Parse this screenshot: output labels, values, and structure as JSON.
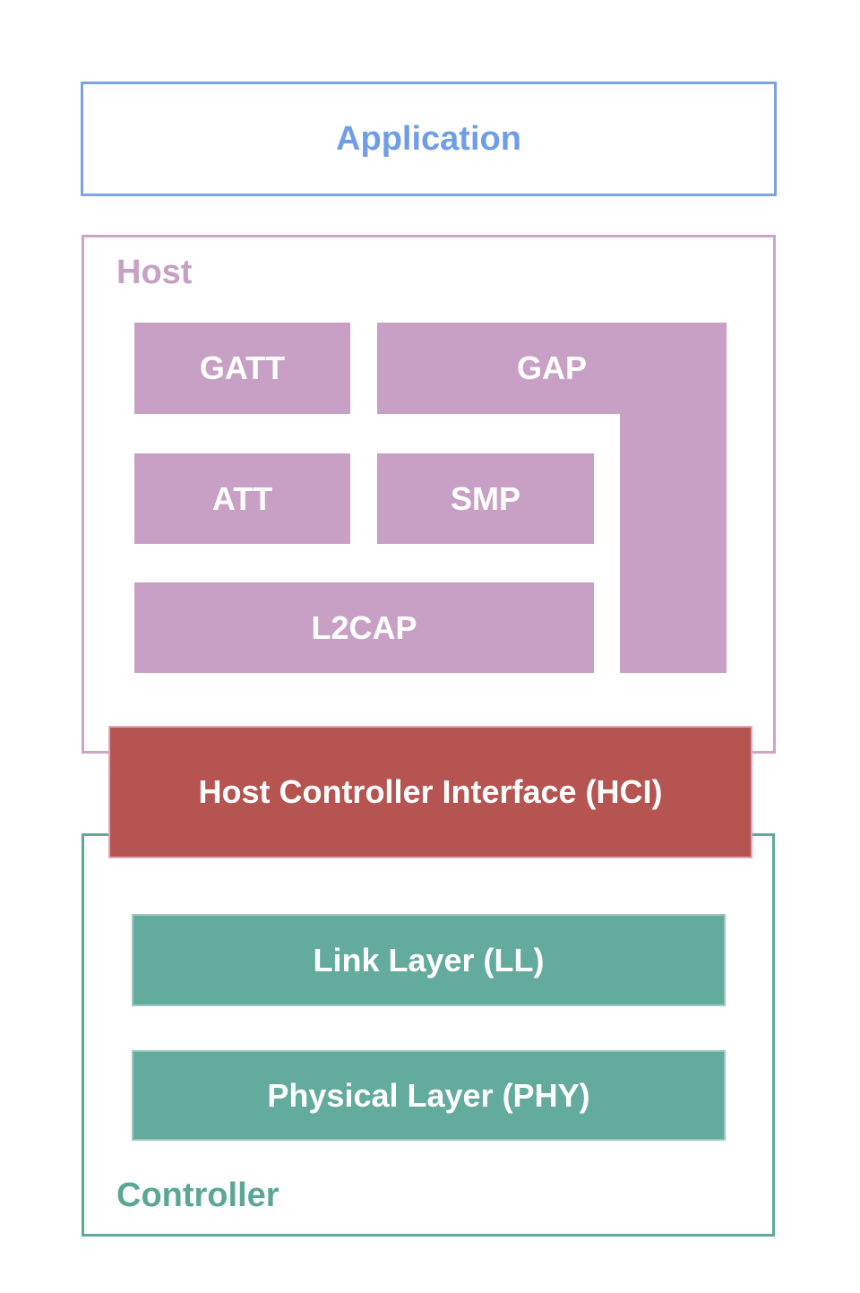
{
  "application": {
    "label": "Application"
  },
  "host": {
    "label": "Host",
    "blocks": {
      "gatt": "GATT",
      "gap": "GAP",
      "att": "ATT",
      "smp": "SMP",
      "l2cap": "L2CAP"
    }
  },
  "hci": {
    "label": "Host Controller Interface (HCI)"
  },
  "controller": {
    "label": "Controller",
    "blocks": {
      "link_layer": "Link Layer (LL)",
      "physical_layer": "Physical Layer (PHY)"
    }
  },
  "colors": {
    "application_border": "#7ba3de",
    "application_text": "#6f9de8",
    "host_border": "#cba5cb",
    "host_text": "#c7a0c6",
    "host_block_fill": "#c8a0c5",
    "hci_fill": "#b55450",
    "controller_border": "#5ea997",
    "controller_text": "#5aa795",
    "controller_block_fill": "#63ab9c",
    "block_text": "#ffffff",
    "background": "#ffffff"
  }
}
